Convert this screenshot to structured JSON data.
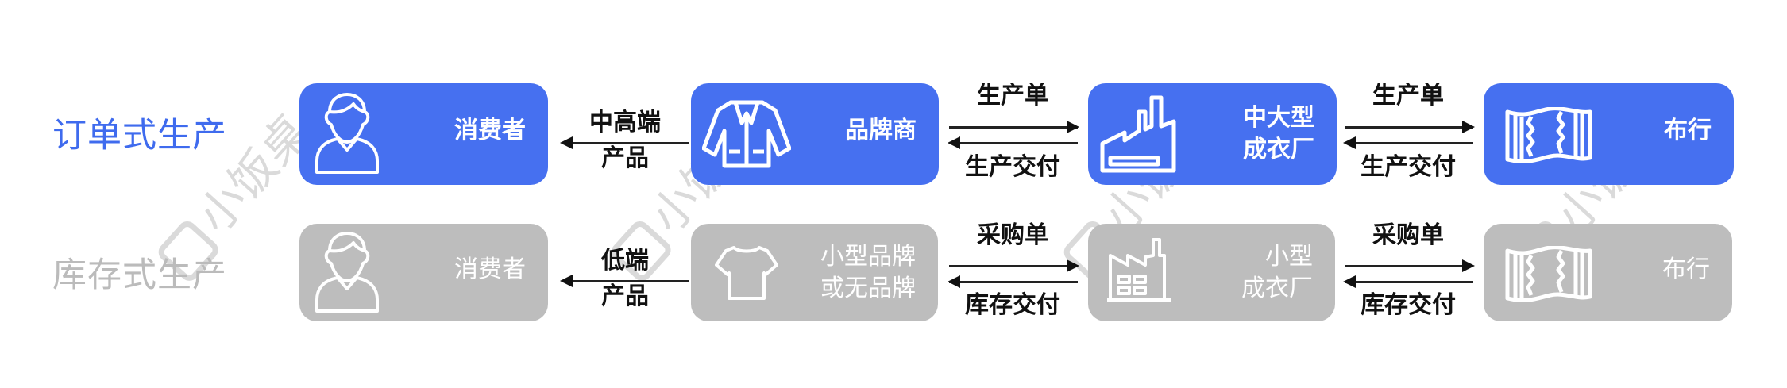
{
  "rows": [
    {
      "label": "订单式生产",
      "theme": "blue",
      "nodes": [
        {
          "name": "消费者",
          "lines": [
            "消费者"
          ],
          "icon": "person-icon"
        },
        {
          "name": "品牌商",
          "lines": [
            "品牌商"
          ],
          "icon": "coat-icon"
        },
        {
          "name": "中大型成衣厂",
          "lines": [
            "中大型",
            "成衣厂"
          ],
          "icon": "factory-icon"
        },
        {
          "name": "布行",
          "lines": [
            "布行"
          ],
          "icon": "fabric-icon"
        }
      ],
      "links": [
        {
          "top": "中高端",
          "bottom": "产品",
          "direction": "left"
        },
        {
          "top": "生产单",
          "bottom": "生产交付",
          "direction": "both"
        },
        {
          "top": "生产单",
          "bottom": "生产交付",
          "direction": "both"
        }
      ]
    },
    {
      "label": "库存式生产",
      "theme": "gray",
      "nodes": [
        {
          "name": "消费者",
          "lines": [
            "消费者"
          ],
          "icon": "person-icon"
        },
        {
          "name": "小型品牌或无品牌",
          "lines": [
            "小型品牌",
            "或无品牌"
          ],
          "icon": "tshirt-icon"
        },
        {
          "name": "小型成衣厂",
          "lines": [
            "小型",
            "成衣厂"
          ],
          "icon": "small-factory-icon"
        },
        {
          "name": "布行",
          "lines": [
            "布行"
          ],
          "icon": "fabric-icon"
        }
      ],
      "links": [
        {
          "top": "低端",
          "bottom": "产品",
          "direction": "left"
        },
        {
          "top": "采购单",
          "bottom": "库存交付",
          "direction": "both"
        },
        {
          "top": "采购单",
          "bottom": "库存交付",
          "direction": "both"
        }
      ]
    }
  ],
  "colors": {
    "blue": "#4670F0",
    "blue_label": "#3F6BEE",
    "gray": "#BDBDBD",
    "gray_label": "#BBBBBB"
  },
  "watermark": "小饭桌"
}
